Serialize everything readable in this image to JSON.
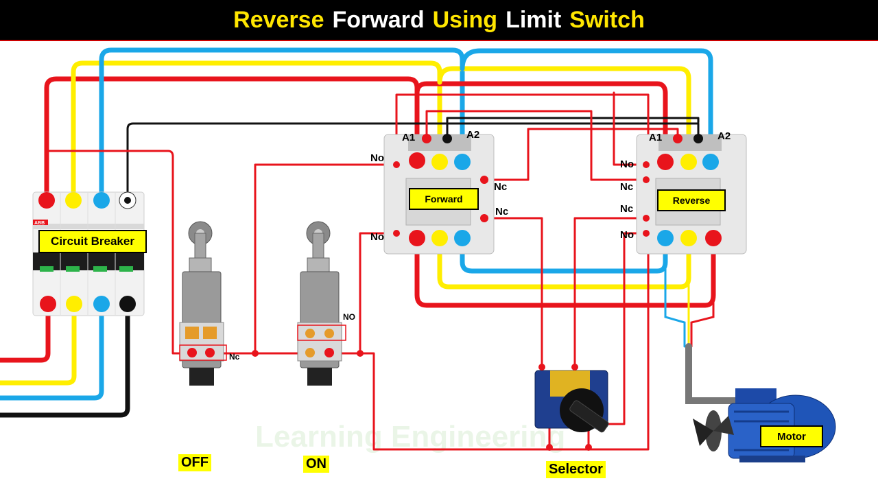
{
  "title": {
    "words": [
      {
        "text": "Reverse",
        "color": "#ffe600"
      },
      {
        "text": "Forward",
        "color": "#ffffff"
      },
      {
        "text": "Using",
        "color": "#ffe600"
      },
      {
        "text": "Limit",
        "color": "#ffffff"
      },
      {
        "text": "Switch",
        "color": "#ffe600"
      }
    ]
  },
  "colors": {
    "phase_red": "#e8141c",
    "phase_yellow": "#ffee00",
    "phase_blue": "#1aa7e8",
    "neutral_black": "#111111",
    "control_red": "#e8141c",
    "label_yellow": "#ffff00"
  },
  "components": {
    "circuit_breaker": {
      "label": "Circuit Breaker",
      "brand": "ABB"
    },
    "forward_contactor": {
      "label": "Forward",
      "terminals": [
        "A1",
        "A2",
        "No",
        "Nc",
        "Nc",
        "No"
      ]
    },
    "reverse_contactor": {
      "label": "Reverse",
      "terminals": [
        "A1",
        "A2",
        "No",
        "Nc",
        "Nc",
        "No"
      ]
    },
    "limit_switch_off": {
      "label": "OFF",
      "contact": "Nc"
    },
    "limit_switch_on": {
      "label": "ON",
      "contact": "NO"
    },
    "selector": {
      "label": "Selector"
    },
    "motor": {
      "label": "Motor"
    }
  },
  "watermark": "Learning Engineering"
}
